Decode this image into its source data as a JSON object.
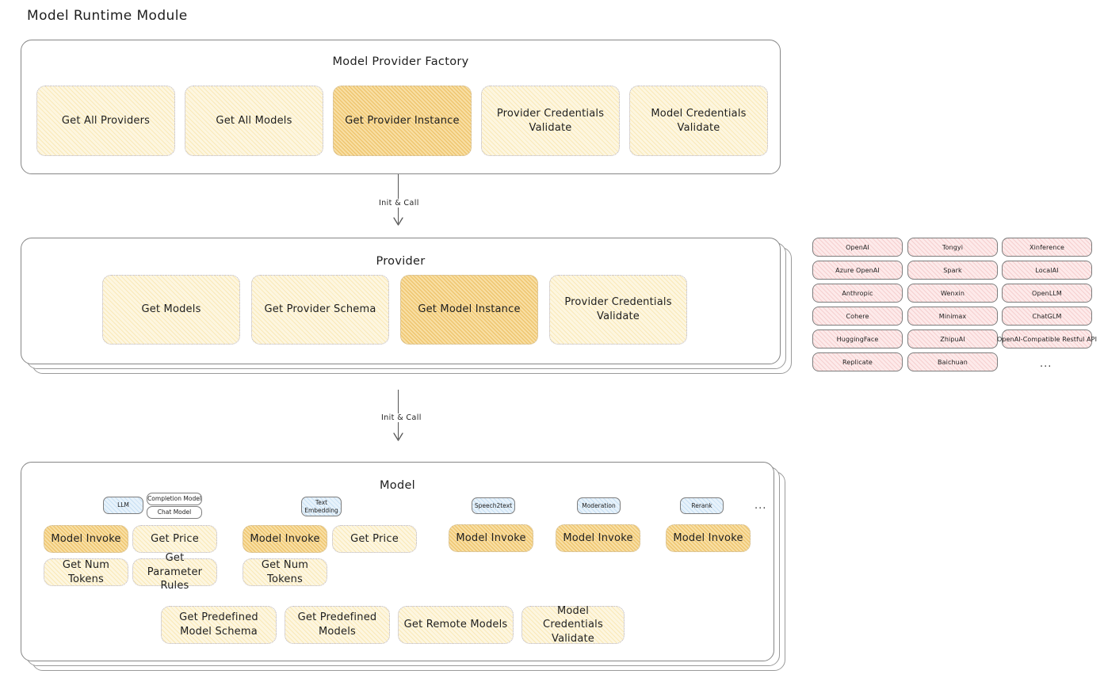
{
  "page": {
    "title": "Model Runtime Module",
    "background": "#ffffff",
    "accent_cream": "#fdf6e0",
    "accent_amber": "#f8dfa4",
    "accent_pink": "#fdeaea",
    "accent_blue": "#e7f2fb"
  },
  "factory": {
    "title": "Model Provider Factory",
    "cards": [
      {
        "label": "Get All Providers",
        "highlighted": false
      },
      {
        "label": "Get All Models",
        "highlighted": false
      },
      {
        "label": "Get Provider Instance",
        "highlighted": true
      },
      {
        "label": "Provider Credentials Validate",
        "highlighted": false
      },
      {
        "label": "Model Credentials Validate",
        "highlighted": false
      }
    ]
  },
  "arrow1": {
    "label": "Init & Call"
  },
  "provider": {
    "title": "Provider",
    "cards": [
      {
        "label": "Get Models",
        "highlighted": false
      },
      {
        "label": "Get Provider Schema",
        "highlighted": false
      },
      {
        "label": "Get Model Instance",
        "highlighted": true
      },
      {
        "label": "Provider Credentials Validate",
        "highlighted": false
      }
    ]
  },
  "provider_list": {
    "columns": [
      {
        "items": [
          "OpenAI",
          "Azure OpenAI",
          "Anthropic",
          "Cohere",
          "HuggingFace",
          "Replicate"
        ]
      },
      {
        "items": [
          "Tongyi",
          "Spark",
          "Wenxin",
          "Minimax",
          "ZhipuAI",
          "Baichuan"
        ]
      },
      {
        "items": [
          "Xinference",
          "LocalAI",
          "OpenLLM",
          "ChatGLM",
          "OpenAI-Compatible Restful API"
        ]
      }
    ],
    "more": "..."
  },
  "arrow2": {
    "label": "Init & Call"
  },
  "model": {
    "title": "Model",
    "more": "...",
    "types": [
      {
        "badge": "LLM",
        "sub_badges": [
          "Completion Model",
          "Chat Model"
        ],
        "cards": [
          {
            "label": "Model Invoke",
            "highlighted": true
          },
          {
            "label": "Get Price",
            "highlighted": false
          },
          {
            "label": "Get Num Tokens",
            "highlighted": false
          },
          {
            "label": "Get Parameter Rules",
            "highlighted": false
          }
        ]
      },
      {
        "badge": "Text\nEmbedding",
        "sub_badges": [],
        "cards": [
          {
            "label": "Model Invoke",
            "highlighted": true
          },
          {
            "label": "Get Price",
            "highlighted": false
          },
          {
            "label": "Get Num Tokens",
            "highlighted": false
          }
        ]
      },
      {
        "badge": "Speech2text",
        "sub_badges": [],
        "cards": [
          {
            "label": "Model Invoke",
            "highlighted": true
          }
        ]
      },
      {
        "badge": "Moderation",
        "sub_badges": [],
        "cards": [
          {
            "label": "Model Invoke",
            "highlighted": true
          }
        ]
      },
      {
        "badge": "Rerank",
        "sub_badges": [],
        "cards": [
          {
            "label": "Model Invoke",
            "highlighted": true
          }
        ]
      }
    ],
    "common_cards": [
      {
        "label": "Get Predefined Model Schema"
      },
      {
        "label": "Get Predefined Models"
      },
      {
        "label": "Get Remote Models"
      },
      {
        "label": "Model Credentials Validate"
      }
    ]
  }
}
